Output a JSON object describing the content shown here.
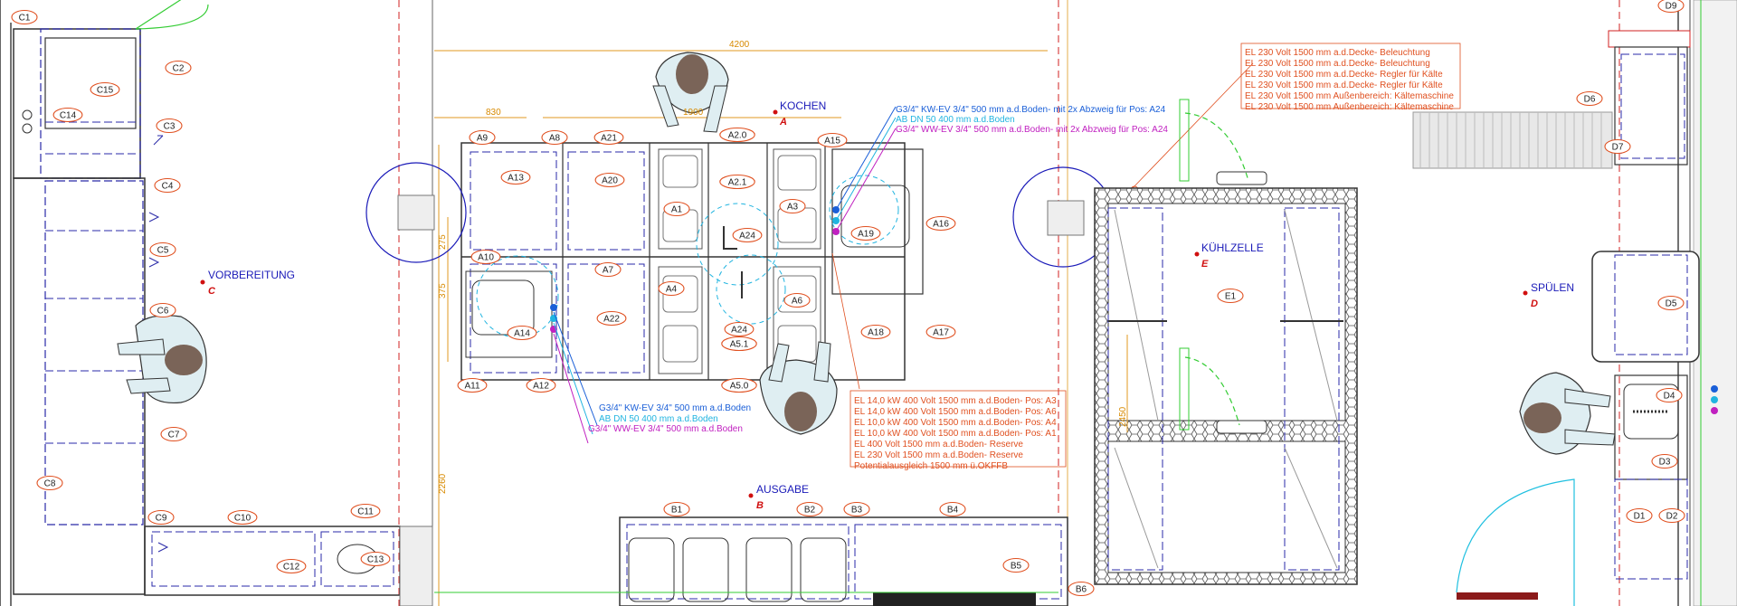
{
  "colors": {
    "equipment_line": "#2a2aa8",
    "outline": "#444444",
    "dimension": "#e09a20",
    "annotation_red": "#e05020",
    "label_oval": "#e05020",
    "door_green": "#33cc33",
    "tile": "#555555",
    "water_cold": "#1a5fd8",
    "water_waste": "#20b4e0",
    "water_warm": "#c020c0"
  },
  "zones": [
    {
      "name": "VORBEREITUNG",
      "letter": "C"
    },
    {
      "name": "KOCHEN",
      "letter": "A"
    },
    {
      "name": "AUSGABE",
      "letter": "B"
    },
    {
      "name": "KÜHLZELLE",
      "letter": "E"
    },
    {
      "name": "SPÜLEN",
      "letter": "D"
    }
  ],
  "labels": {
    "c": [
      "C1",
      "C2",
      "C3",
      "C4",
      "C5",
      "C6",
      "C7",
      "C8",
      "C9",
      "C10",
      "C11",
      "C12",
      "C13",
      "C14",
      "C15"
    ],
    "a": [
      "A1",
      "A2.0",
      "A2.1",
      "A3",
      "A4",
      "A5.0",
      "A5.1",
      "A6",
      "A7",
      "A8",
      "A9",
      "A10",
      "A11",
      "A12",
      "A13",
      "A14",
      "A15",
      "A16",
      "A17",
      "A18",
      "A19",
      "A20",
      "A21",
      "A22",
      "A24",
      "A24"
    ],
    "b": [
      "B1",
      "B2",
      "B3",
      "B4",
      "B5",
      "B6"
    ],
    "d": [
      "D1",
      "D2",
      "D3",
      "D4",
      "D5",
      "D6",
      "D7",
      "D9"
    ],
    "e": [
      "E1"
    ]
  },
  "dimensions": [
    "4200",
    "830",
    "1900",
    "275",
    "375",
    "2260",
    "2450"
  ],
  "notes": {
    "ceiling": [
      "EL 230 Volt 1500 mm a.d.Decke- Beleuchtung",
      "EL 230 Volt 1500 mm a.d.Decke- Beleuchtung",
      "EL 230 Volt 1500 mm a.d.Decke- Regler für Kälte",
      "EL 230 Volt 1500 mm a.d.Decke- Regler für Kälte",
      "EL 230 Volt 1500 mm Außenbereich: Kältemaschine",
      "EL 230 Volt 1500 mm Außenbereich: Kältemaschine"
    ],
    "water_top": [
      "G3/4\" KW-EV 3/4\" 500 mm a.d.Boden- mit 2x Abzweig für Pos: A24",
      "AB DN 50 400 mm a.d.Boden",
      "G3/4\" WW-EV 3/4\" 500 mm a.d.Boden- mit 2x Abzweig für Pos: A24"
    ],
    "water_bottom": [
      "G3/4\" KW-EV 3/4\" 500 mm a.d.Boden",
      "AB DN 50 400 mm a.d.Boden",
      "G3/4\" WW-EV 3/4\" 500 mm a.d.Boden"
    ],
    "electric": [
      "EL 14,0 kW 400 Volt 1500 mm a.d.Boden- Pos: A3",
      "EL 14,0 kW 400 Volt 1500 mm a.d.Boden- Pos: A6",
      "EL 10,0 kW 400 Volt 1500 mm a.d.Boden- Pos: A4",
      "EL 10,0 kW 400 Volt 1500 mm a.d.Boden- Pos: A1",
      "EL              400 Volt 1500 mm a.d.Boden- Reserve",
      "EL              230 Volt 1500 mm a.d.Boden- Reserve",
      "Potentialausgleich      1500 mm ü.OKFFB"
    ]
  }
}
